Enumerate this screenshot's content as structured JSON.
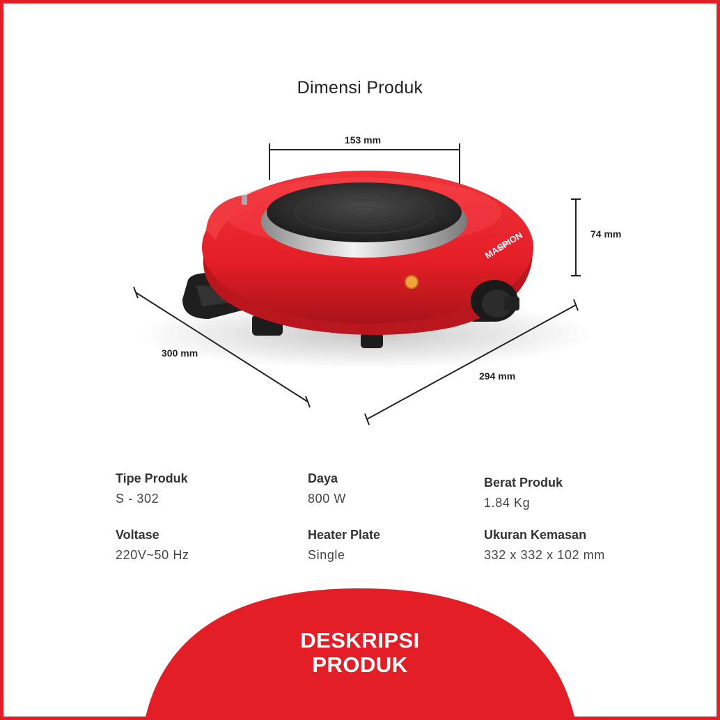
{
  "page_title": "Dimensi Produk",
  "dimensions": {
    "plate_diameter": "153 mm",
    "height": "74 mm",
    "depth": "300 mm",
    "width": "294 mm"
  },
  "product": {
    "brand_logo_text": "MASPION",
    "model_logo_text": "S-302",
    "body_color": "#e41e26",
    "plate_color": "#2a2a2a"
  },
  "specs": [
    {
      "label": "Tipe Produk",
      "value": "S - 302"
    },
    {
      "label": "Daya",
      "value": "800 W"
    },
    {
      "label": "Berat Produk",
      "value": "1.84 Kg"
    },
    {
      "label": "Voltase",
      "value": "220V~50 Hz"
    },
    {
      "label": "Heater Plate",
      "value": "Single"
    },
    {
      "label": "Ukuran Kemasan",
      "value": "332 x 332 x 102 mm"
    }
  ],
  "cta": {
    "line1": "DESKRIPSI",
    "line2": "PRODUK",
    "color": "#e41e26"
  },
  "colors": {
    "accent": "#e41e26",
    "text": "#333333"
  }
}
